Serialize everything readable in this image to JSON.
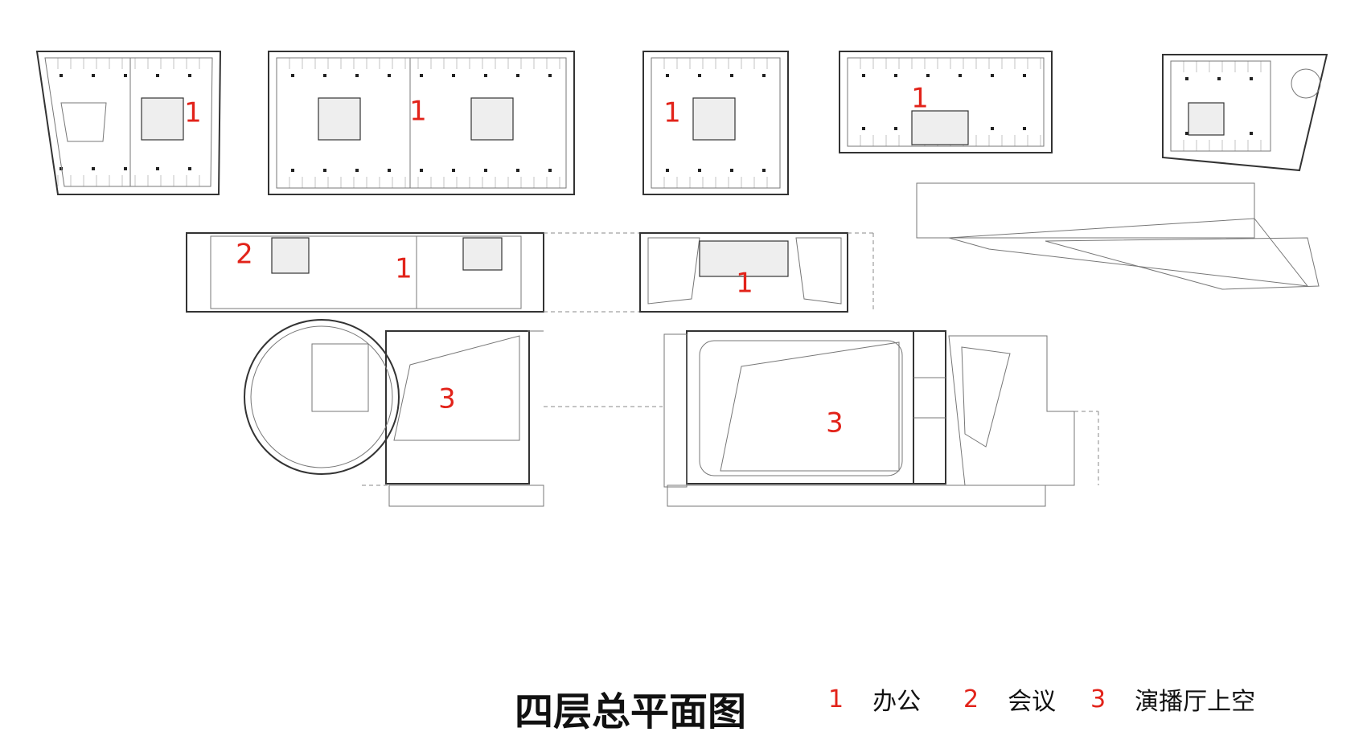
{
  "title": "四层总平面图",
  "plan_labels": {
    "tower_a": "1",
    "tower_b": "1",
    "tower_c": "1",
    "tower_d": "1",
    "podium_left_office": "1",
    "podium_left_meeting": "2",
    "podium_right_office": "1",
    "hall_left": "3",
    "hall_right": "3"
  },
  "legend": [
    {
      "number": "1",
      "text": "办公"
    },
    {
      "number": "2",
      "text": "会议"
    },
    {
      "number": "3",
      "text": "演播厅上空"
    }
  ],
  "colors": {
    "label": "#e2231a",
    "line": "#333333"
  }
}
